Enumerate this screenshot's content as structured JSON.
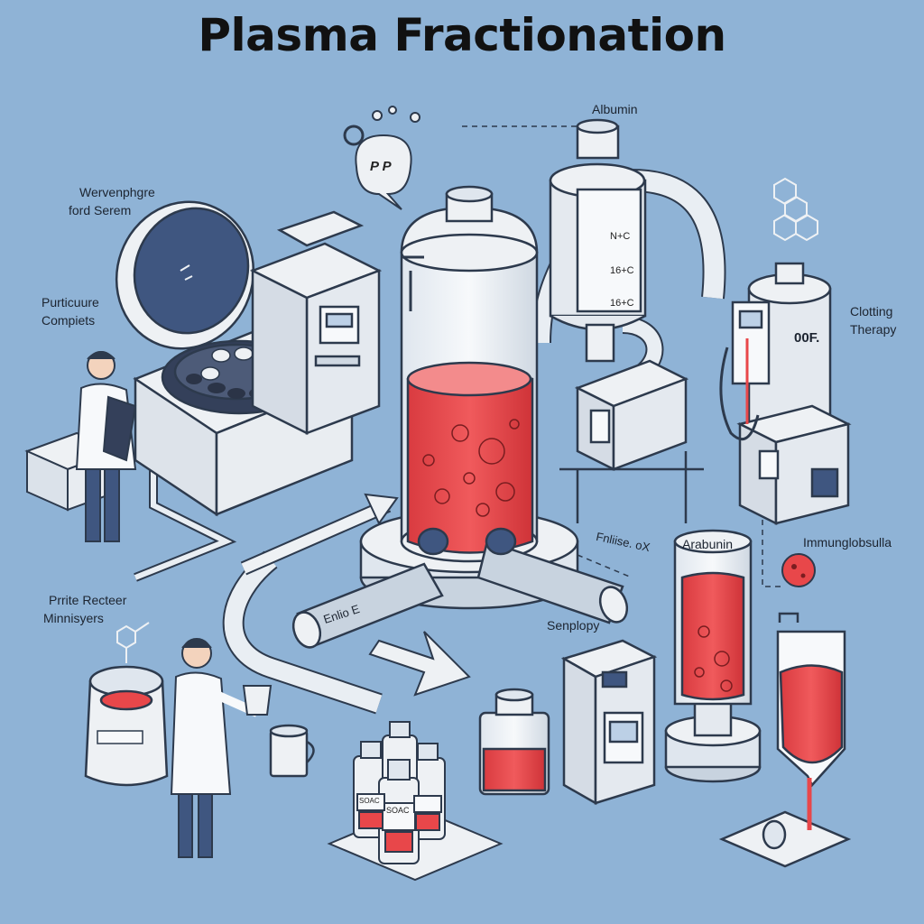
{
  "title": "Plasma Fractionation",
  "labels": {
    "albumin_top": "Albumin",
    "wervenphgre_1": "Wervenphgre",
    "wervenphgre_2": "ford Serem",
    "purticuure_1": "Purticuure",
    "purticuure_2": "Compiets",
    "clotting_1": "Clotting",
    "clotting_2": "Therapy",
    "prrite_1": "Prrite Recteer",
    "prrite_2": "Minnisyers",
    "enlio": "Enlio E",
    "fnliise": "Fnliise. oX",
    "senplopy": "Senplopy",
    "arabunin": "Arabunin",
    "immunglobsulla": "Immunglobsulla",
    "column_mark_1": "N+C",
    "column_mark_2": "16+C",
    "column_mark_3": "16+C",
    "tank_display": "00F.",
    "vial_label": "SOAC",
    "vial_label_2": "SOAC",
    "bubble_text": "P P"
  },
  "colors": {
    "background": "#8fb3d6",
    "plasma_red": "#e8474a",
    "equipment": "#eef1f4",
    "outline": "#2d3a4d",
    "accent_blue": "#3f5680"
  }
}
